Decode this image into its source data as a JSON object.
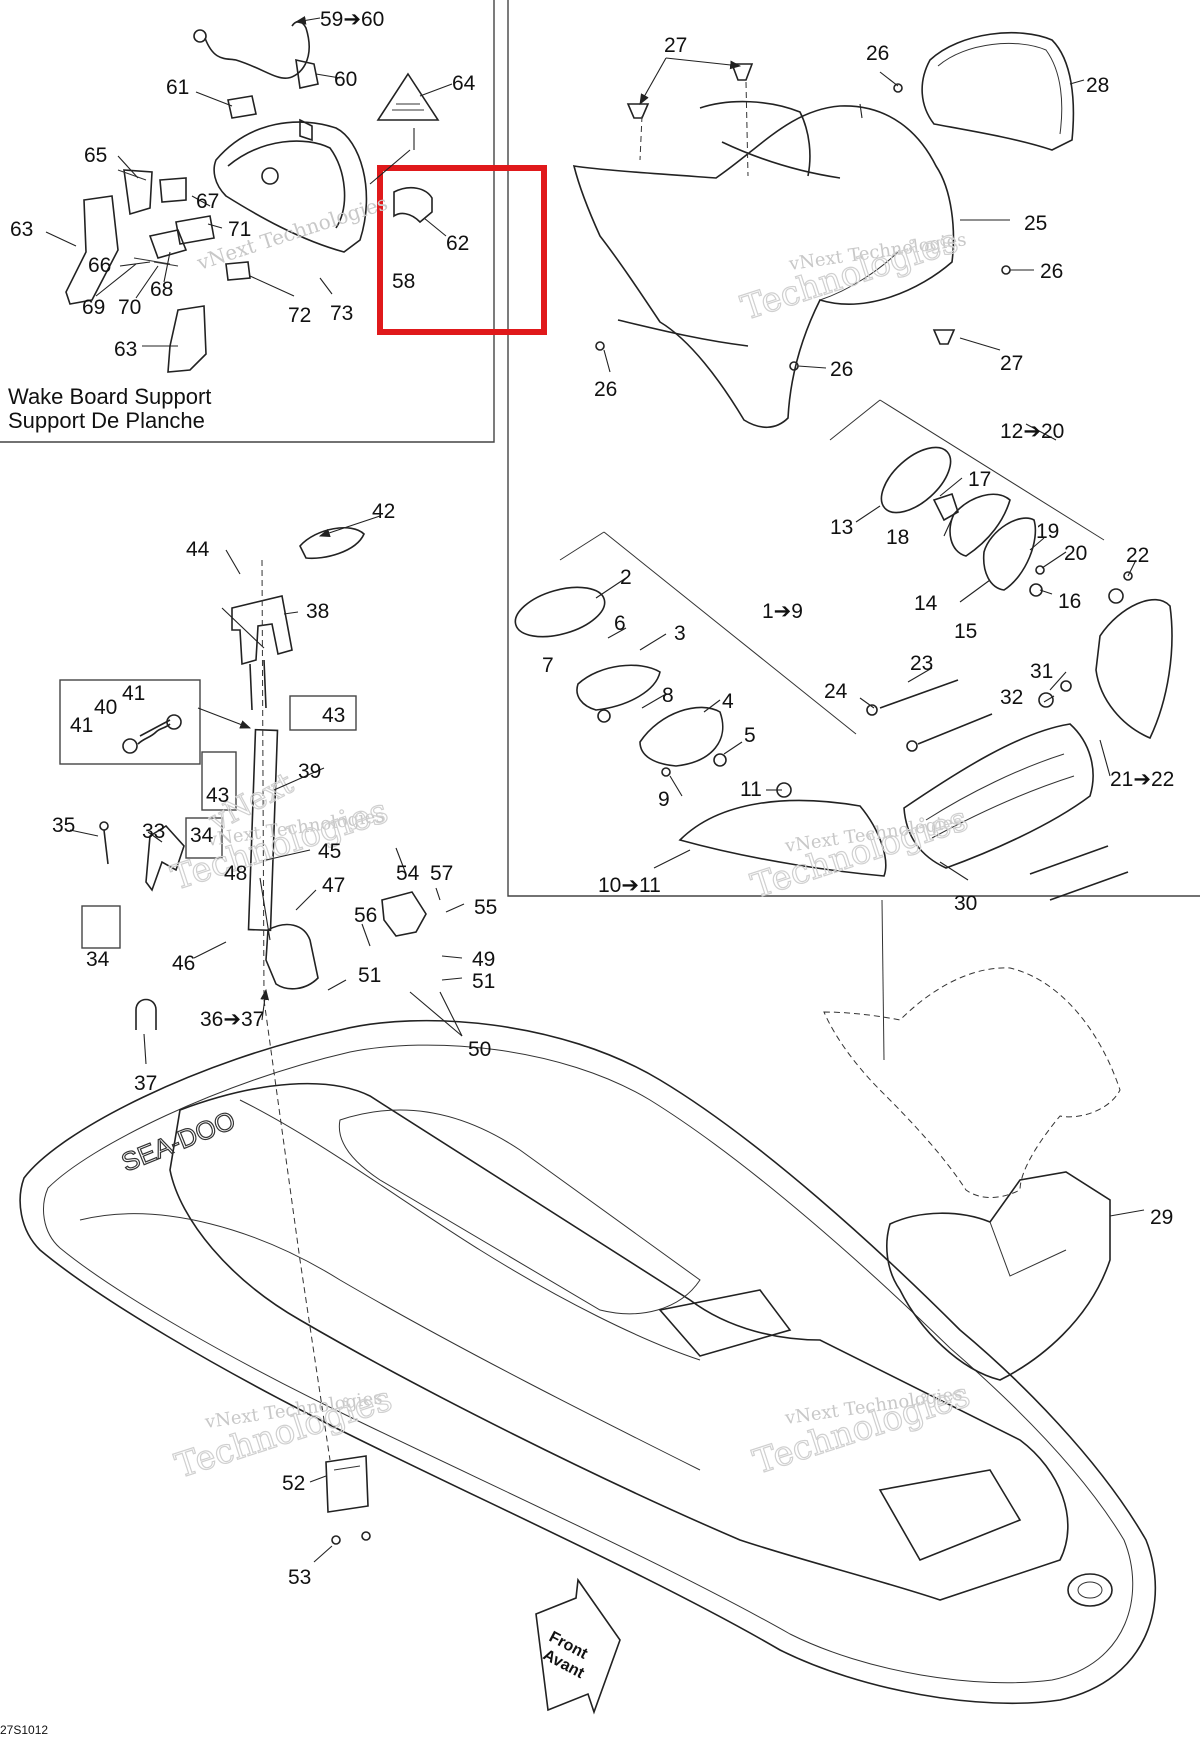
{
  "insert": {
    "title_line1": "Wake Board Support",
    "title_line2": "Support De Planche"
  },
  "watermark": {
    "line1": "vNext Technologies",
    "line2": "Technologies",
    "line_vnext": "vNext"
  },
  "front_arrow": {
    "line1": "Front",
    "line2": "Avant"
  },
  "diagram_code": "27S1012",
  "highlight_color": "#e0191b",
  "callouts": {
    "c59_60": "59➔60",
    "c60": "60",
    "c61": "61",
    "c64": "64",
    "c65": "65",
    "c67": "67",
    "c71": "71",
    "c62": "62",
    "c58": "58",
    "c63a": "63",
    "c66": "66",
    "c69": "69",
    "c70": "70",
    "c68": "68",
    "c72": "72",
    "c73": "73",
    "c63b": "63",
    "c27a": "27",
    "c26a": "26",
    "c28": "28",
    "c25": "25",
    "c26b": "26",
    "c27b": "27",
    "c26c": "26",
    "c26d": "26",
    "c12_20": "12➔20",
    "c17": "17",
    "c13": "13",
    "c18": "18",
    "c19": "19",
    "c20": "20",
    "c22a": "22",
    "c14": "14",
    "c16": "16",
    "c15": "15",
    "c1_9": "1➔9",
    "c2": "2",
    "c6": "6",
    "c3": "3",
    "c7": "7",
    "c8": "8",
    "c4": "4",
    "c5": "5",
    "c23": "23",
    "c24": "24",
    "c31": "31",
    "c32": "32",
    "c21_22": "21➔22",
    "c9": "9",
    "c11": "11",
    "c10_11": "10➔11",
    "c30": "30",
    "c29": "29",
    "c42": "42",
    "c44": "44",
    "c38": "38",
    "c41a": "41",
    "c40": "40",
    "c41b": "41",
    "c43a": "43",
    "c43b": "43",
    "c39": "39",
    "c35": "35",
    "c33": "33",
    "c34a": "34",
    "c45": "45",
    "c48": "48",
    "c47": "47",
    "c54": "54",
    "c57": "57",
    "c55": "55",
    "c56": "56",
    "c34b": "34",
    "c46": "46",
    "c49": "49",
    "c51a": "51",
    "c51b": "51",
    "c36_37": "36➔37",
    "c50": "50",
    "c37": "37",
    "c52": "52",
    "c53": "53"
  }
}
